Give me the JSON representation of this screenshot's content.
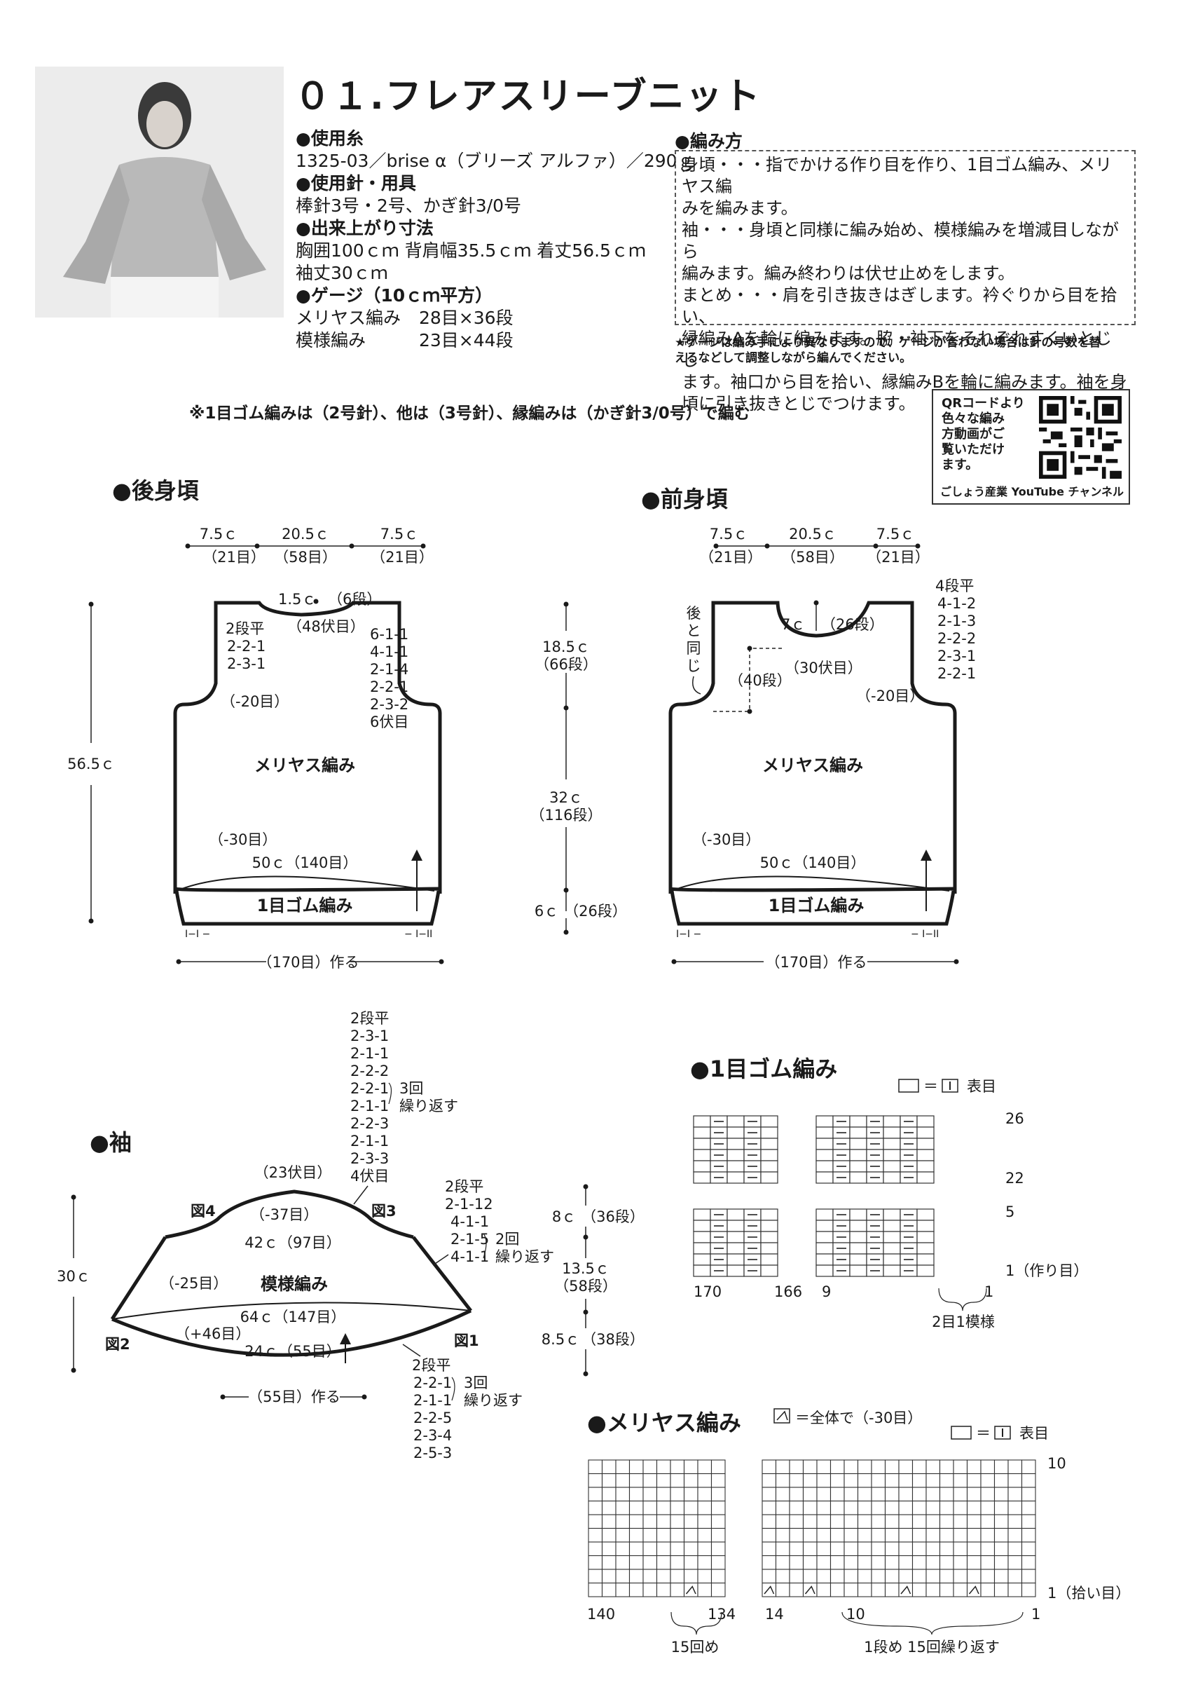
{
  "header": {
    "title": "０１.フレアスリーブニット",
    "yarn_h": "●使用糸",
    "yarn": "1325-03／brise α（ブリーズ アルファ）／290ｇ",
    "needle_h": "●使用針・用具",
    "needle": "棒針3号・2号、かぎ針3/0号",
    "size_h": "●出来上がり寸法",
    "size1": "胸囲100ｃｍ 背肩幅35.5ｃｍ 着丈56.5ｃｍ",
    "size2": "袖丈30ｃｍ",
    "gauge_h": "●ゲージ（10ｃｍ平方）",
    "gauge1_name": "メリヤス編み",
    "gauge1_val": "28目×36段",
    "gauge2_name": "模様編み",
    "gauge2_val": "23目×44段"
  },
  "method": {
    "heading": "●編み方",
    "lines": [
      "身頃・・・指でかける作り目を作り、1目ゴム編み、メリヤス編",
      "みを編みます。",
      "袖・・・身頃と同様に編み始め、模様編みを増減目しながら",
      "編みます。編み終わりは伏せ止めをします。",
      "まとめ・・・肩を引き抜きはぎします。衿ぐりから目を拾い、",
      "縁編みAを輪に編みます。脇・袖下をそれぞれすくいとじし",
      "ます。袖口から目を拾い、縁編みBを輪に編みます。袖を身",
      "頃に引き抜きとじでつけます。"
    ],
    "note1": "★ゲージは編み手により異なりますので、ゲージが合わない場合は針の号数を替",
    "note2": "えるなどして調整しながら編んでください。"
  },
  "needle_note": "※1目ゴム編みは（2号針）、他は（3号針）、縁編みは（かぎ針3/0号）で編む",
  "qr": {
    "l1": "QRコードより",
    "l2": "色々な編み",
    "l3": "方動画がご",
    "l4": "覧いただけ",
    "l5": "ます。",
    "caption": "ごしょう産業 YouTube チャンネル"
  },
  "back": {
    "title": "●後身頃",
    "top": [
      "7.5ｃ",
      "20.5ｃ",
      "7.5ｃ"
    ],
    "top_st": [
      "（21目）",
      "（58目）",
      "（21目）"
    ],
    "neck": "1.5ｃ",
    "neck_rows": "（6段）",
    "neck_bo": "（48伏目）",
    "left_dec": [
      "2段平",
      "2-2-1",
      "2-3-1"
    ],
    "right_dec": [
      "6-1-1",
      "4-1-1",
      "2-1-4",
      "2-2-1",
      "2-3-2",
      "6伏目"
    ],
    "arm": "（-20目）",
    "body": "メリヤス編み",
    "hem_dec": "（-30目）",
    "width": "50ｃ（140目）",
    "rib": "1目ゴム編み",
    "cast": "（170目）作る",
    "height": "56.5ｃ"
  },
  "mid": {
    "a": "18.5ｃ",
    "a_r": "（66段）",
    "b": "32ｃ",
    "b_r": "（116段）",
    "c": "6ｃ",
    "c_r": "（26段）"
  },
  "front": {
    "title": "●前身頃",
    "top": [
      "7.5ｃ",
      "20.5ｃ",
      "7.5ｃ"
    ],
    "top_st": [
      "（21目）",
      "（58目）",
      "（21目）"
    ],
    "same": [
      "後",
      "と",
      "同",
      "じ"
    ],
    "neck": "7ｃ",
    "neck_rows": "（26段）",
    "neck_bo": "（30伏目）",
    "rows40": "（40段）",
    "right_dec": [
      "4段平",
      "4-1-2",
      "2-1-3",
      "2-2-2",
      "2-3-1",
      "2-2-1"
    ],
    "arm": "（-20目）",
    "body": "メリヤス編み",
    "hem_dec": "（-30目）",
    "width": "50ｃ（140目）",
    "rib": "1目ゴム編み",
    "cast": "（170目）作る"
  },
  "sleeve": {
    "title": "●袖",
    "cap": [
      "2段平",
      "2-3-1",
      "2-1-1",
      "2-2-2",
      "2-2-1",
      "2-1-1",
      "2-2-3",
      "2-1-1",
      "2-3-3",
      "4伏目"
    ],
    "rep3": "3回",
    "rep": "繰り返す",
    "top_bo": "（23伏目）",
    "dec37": "（-37目）",
    "fig4": "図4",
    "fig3": "図3",
    "fig2": "図2",
    "fig1": "図1",
    "w42": "42ｃ（97目）",
    "right_top": [
      "2段平",
      "2-1-12",
      "4-1-1",
      "2-1-5",
      "4-1-1"
    ],
    "rep2": "2回",
    "dec25": "（-25目）",
    "pattern": "模様編み",
    "w64": "64ｃ（147目）",
    "inc46": "（+46目）",
    "w24": "24ｃ（55目）",
    "cast": "（55目）作る",
    "bottom": [
      "2段平",
      "2-2-1",
      "2-1-1",
      "2-2-5",
      "2-3-4",
      "2-5-3"
    ],
    "height": "30ｃ",
    "s1": "8ｃ",
    "s1r": "（36段）",
    "s2": "13.5ｃ",
    "s2r": "（58段）",
    "s3": "8.5ｃ",
    "s3r": "（38段）"
  },
  "rib_chart": {
    "title": "●1目ゴム編み",
    "legend": "＝",
    "legend_t": "表目",
    "r26": "26",
    "r22": "22",
    "r5": "5",
    "r1": "1（作り目）",
    "c170": "170",
    "c166": "166",
    "c9": "9",
    "c1": "1",
    "repeat": "2目1模様"
  },
  "st_chart": {
    "title": "●メリヤス編み",
    "dec_note": "＝全体で（-30目）",
    "legend": "＝",
    "legend_t": "表目",
    "r10": "10",
    "r1": "1（拾い目）",
    "c140": "140",
    "c134": "134",
    "c14": "14",
    "c10": "10",
    "c1": "1",
    "rep15": "15回め",
    "rep_note": "1段め 15回繰り返す"
  }
}
